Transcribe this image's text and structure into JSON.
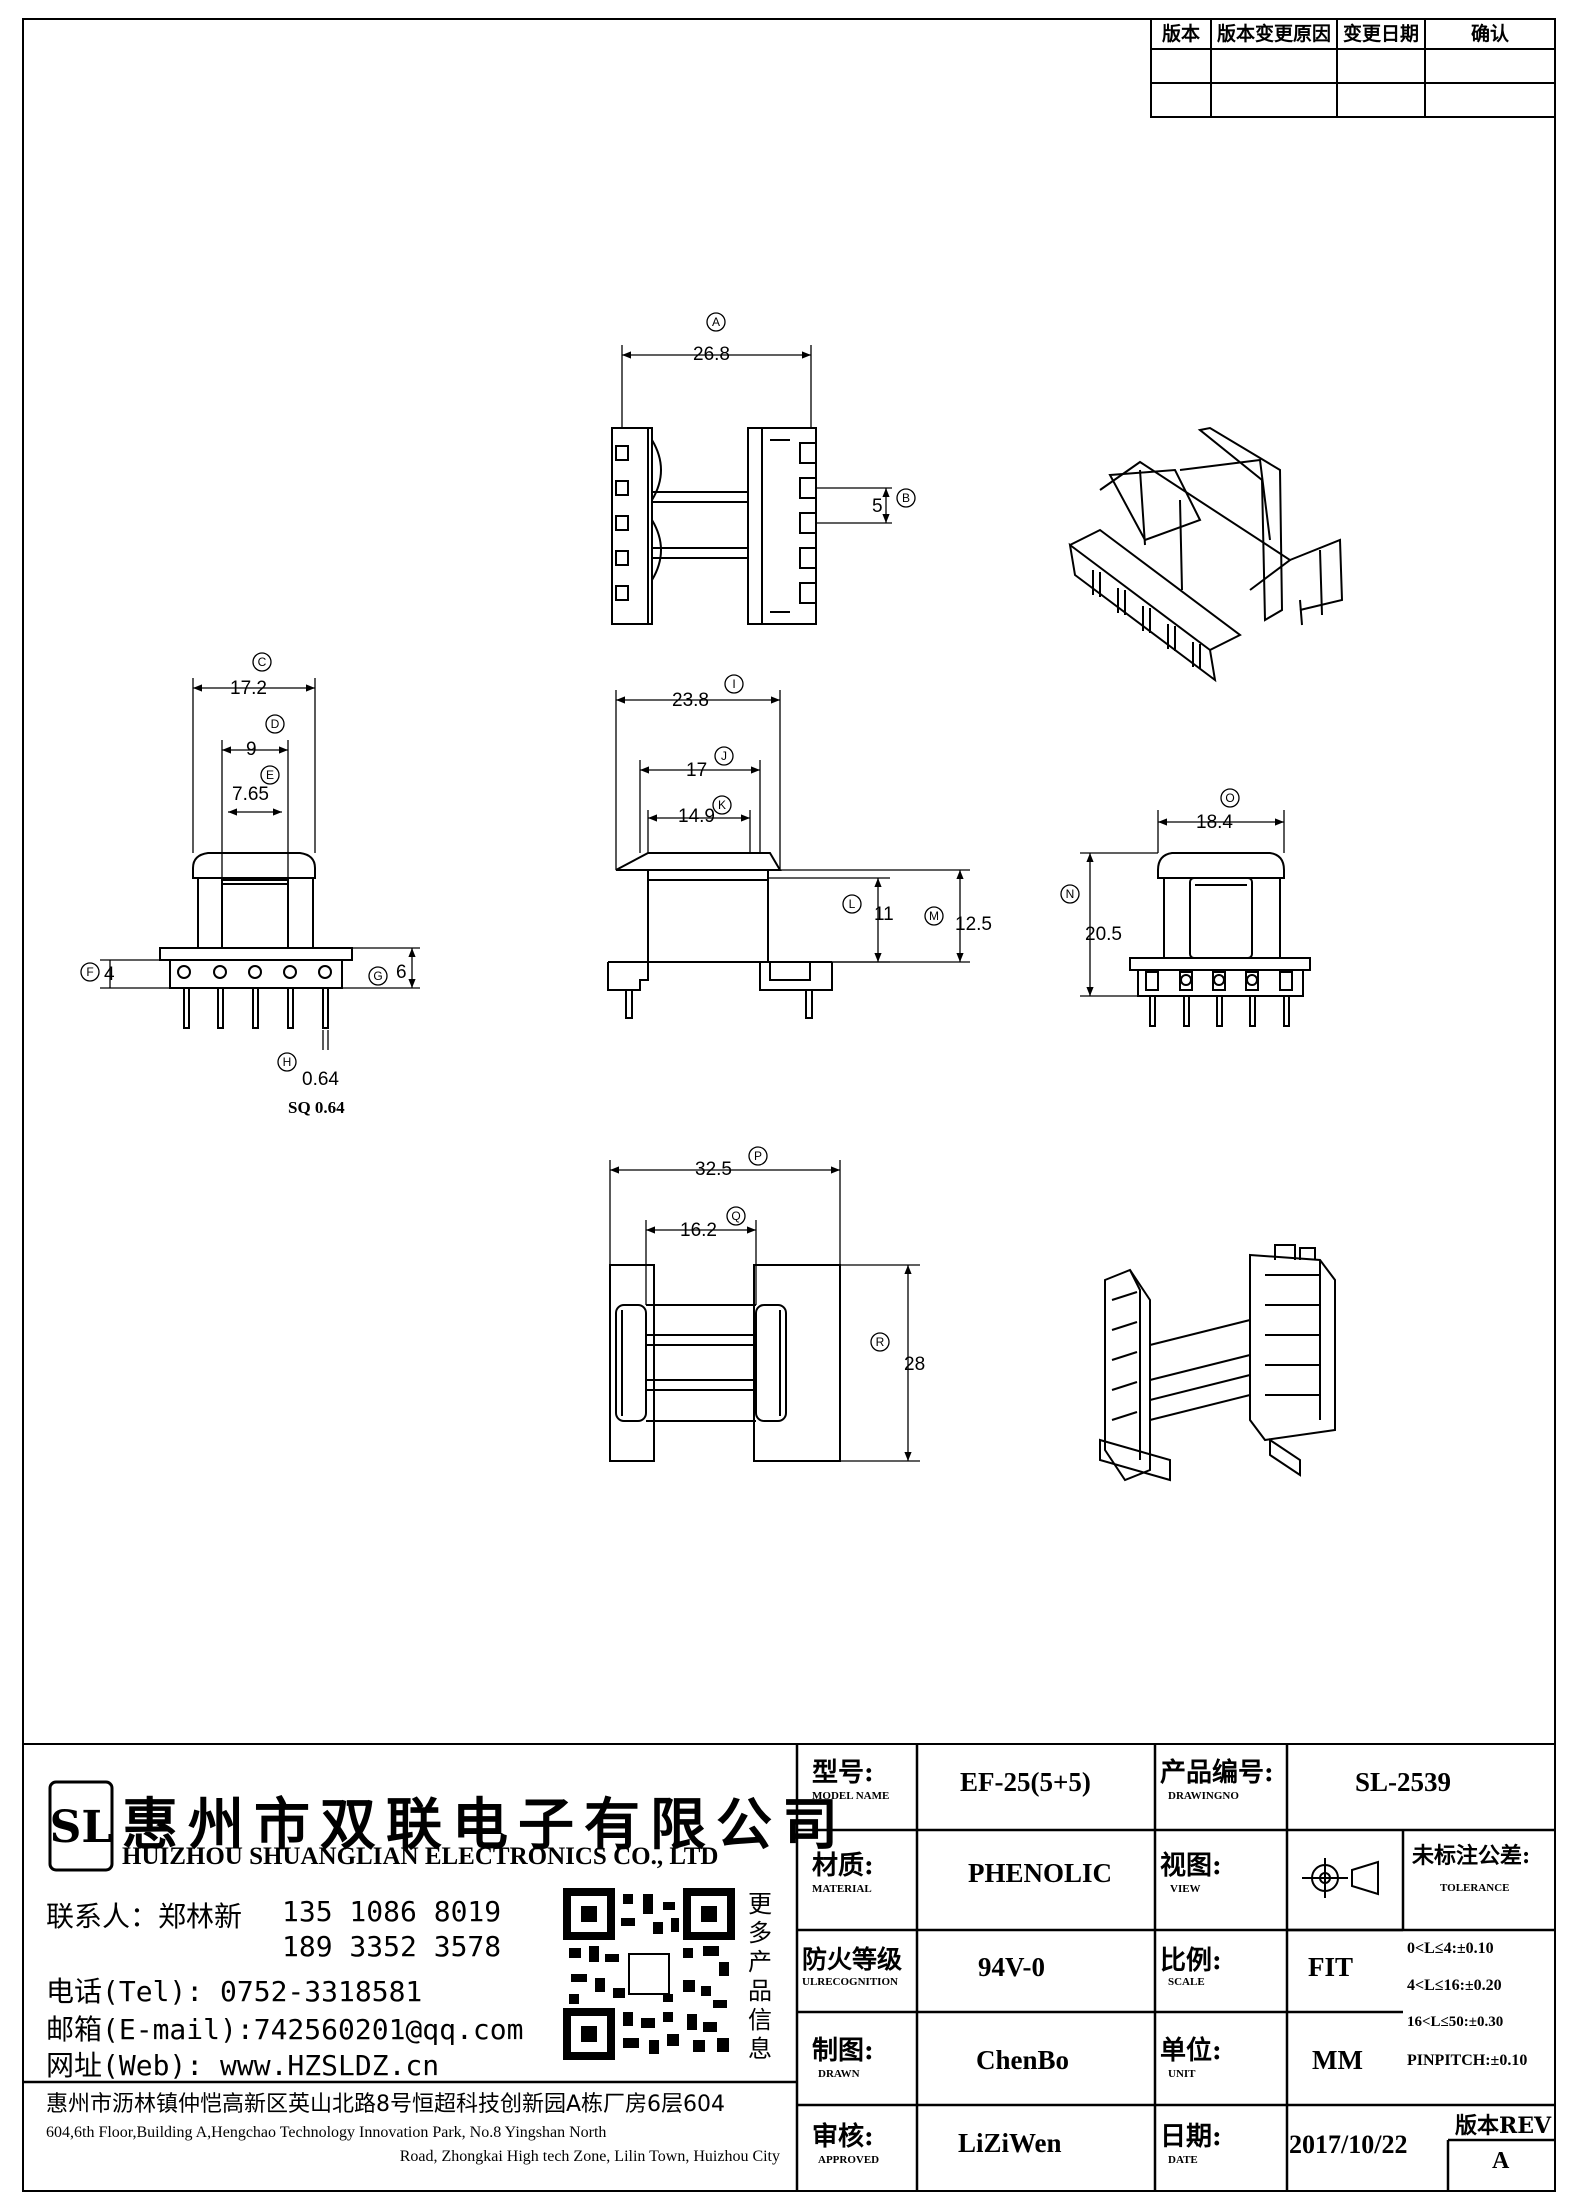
{
  "revision_table": {
    "headers": [
      "版本",
      "版本变更原因",
      "变更日期",
      "确认"
    ]
  },
  "dimensions": {
    "A": {
      "letter": "A",
      "value": "26.8"
    },
    "B": {
      "letter": "B",
      "value": "5"
    },
    "C": {
      "letter": "C",
      "value": "17.2"
    },
    "D": {
      "letter": "D",
      "value": "9"
    },
    "E": {
      "letter": "E",
      "value": "7.65"
    },
    "F": {
      "letter": "F",
      "value": "4"
    },
    "G": {
      "letter": "G",
      "value": "6"
    },
    "H": {
      "letter": "H",
      "value": "0.64"
    },
    "H_note": "SQ 0.64",
    "I": {
      "letter": "I",
      "value": "23.8"
    },
    "J": {
      "letter": "J",
      "value": "17"
    },
    "K": {
      "letter": "K",
      "value": "14.9"
    },
    "L": {
      "letter": "L",
      "value": "11"
    },
    "M": {
      "letter": "M",
      "value": "12.5"
    },
    "N": {
      "letter": "N",
      "value": "20.5"
    },
    "O": {
      "letter": "O",
      "value": "18.4"
    },
    "P": {
      "letter": "P",
      "value": "32.5"
    },
    "Q": {
      "letter": "Q",
      "value": "16.2"
    },
    "R": {
      "letter": "R",
      "value": "28"
    }
  },
  "company": {
    "logo_letters": "SL",
    "name_cn": "惠州市双联电子有限公司",
    "name_en": "HUIZHOU SHUANGLIAN ELECTRONICS CO., LTD",
    "contact_label": "联系人：郑林新",
    "phone1": "135 1086 8019",
    "phone2": "189 3352 3578",
    "tel": "电话(Tel): 0752-3318581",
    "email": "邮箱(E-mail):742560201@qq.com",
    "web": "网址(Web): www.HZSLDZ.cn",
    "more_info": [
      "更",
      "多",
      "产",
      "品",
      "信",
      "息"
    ],
    "address_cn": "惠州市沥林镇仲恺高新区英山北路8号恒超科技创新园A栋厂房6层604",
    "address_en_1": "604,6th Floor,Building A,Hengchao Technology Innovation Park, No.8 Yingshan North",
    "address_en_2": "Road, Zhongkai High tech Zone, Lilin Town, Huizhou City"
  },
  "title_block": {
    "model_label": "型号:",
    "model_sub": "MODEL NAME",
    "model_value": "EF-25(5+5)",
    "drawing_label": "产品编号:",
    "drawing_sub": "DRAWINGNO",
    "drawing_value": "SL-2539",
    "material_label": "材质:",
    "material_sub": "MATERIAL",
    "material_value": "PHENOLIC",
    "view_label": "视图:",
    "view_sub": "VIEW",
    "tolerance_label": "未标注公差:",
    "tolerance_sub": "TOLERANCE",
    "tolerances": [
      "0<L≤4:±0.10",
      "4<L≤16:±0.20",
      "16<L≤50:±0.30",
      "PINPITCH:±0.10"
    ],
    "fire_label": "防火等级",
    "fire_sub": "ULRECOGNITION",
    "fire_value": "94V-0",
    "scale_label": "比例:",
    "scale_sub": "SCALE",
    "scale_value": "FIT",
    "drawn_label": "制图:",
    "drawn_sub": "DRAWN",
    "drawn_value": "ChenBo",
    "unit_label": "单位:",
    "unit_sub": "UNIT",
    "unit_value": "MM",
    "approved_label": "审核:",
    "approved_sub": "APPROVED",
    "approved_value": "LiZiWen",
    "date_label": "日期:",
    "date_sub": "DATE",
    "date_value": "2017/10/22",
    "rev_label": "版本REV",
    "rev_value": "A"
  }
}
